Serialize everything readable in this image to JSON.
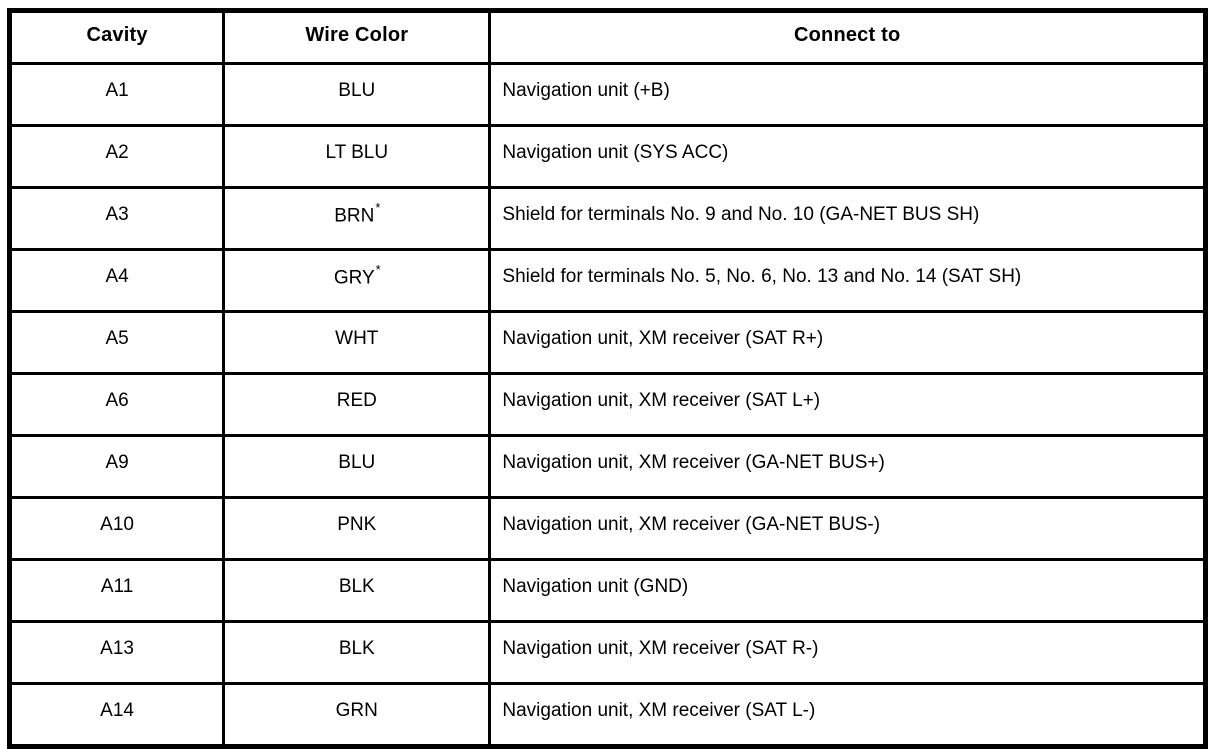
{
  "table": {
    "columns": [
      "Cavity",
      "Wire Color",
      "Connect to"
    ],
    "rows": [
      {
        "cavity": "A1",
        "wire_color": "BLU",
        "note": "",
        "connect_to": "Navigation unit (+B)"
      },
      {
        "cavity": "A2",
        "wire_color": "LT BLU",
        "note": "",
        "connect_to": "Navigation unit (SYS ACC)"
      },
      {
        "cavity": "A3",
        "wire_color": "BRN",
        "note": "*",
        "connect_to": "Shield for terminals No. 9 and No. 10 (GA-NET BUS SH)"
      },
      {
        "cavity": "A4",
        "wire_color": "GRY",
        "note": "*",
        "connect_to": "Shield for terminals No. 5, No. 6, No. 13 and No. 14 (SAT SH)"
      },
      {
        "cavity": "A5",
        "wire_color": "WHT",
        "note": "",
        "connect_to": "Navigation unit, XM receiver (SAT R+)"
      },
      {
        "cavity": "A6",
        "wire_color": "RED",
        "note": "",
        "connect_to": "Navigation unit, XM receiver (SAT L+)"
      },
      {
        "cavity": "A9",
        "wire_color": "BLU",
        "note": "",
        "connect_to": "Navigation unit, XM receiver (GA-NET BUS+)"
      },
      {
        "cavity": "A10",
        "wire_color": "PNK",
        "note": "",
        "connect_to": "Navigation unit, XM receiver (GA-NET BUS-)"
      },
      {
        "cavity": "A11",
        "wire_color": "BLK",
        "note": "",
        "connect_to": "Navigation unit (GND)"
      },
      {
        "cavity": "A13",
        "wire_color": "BLK",
        "note": "",
        "connect_to": "Navigation unit, XM receiver (SAT R-)"
      },
      {
        "cavity": "A14",
        "wire_color": "GRN",
        "note": "",
        "connect_to": "Navigation unit, XM receiver (SAT L-)"
      }
    ],
    "colors": {
      "border": "#000000",
      "background": "#ffffff",
      "text": "#000000"
    }
  }
}
